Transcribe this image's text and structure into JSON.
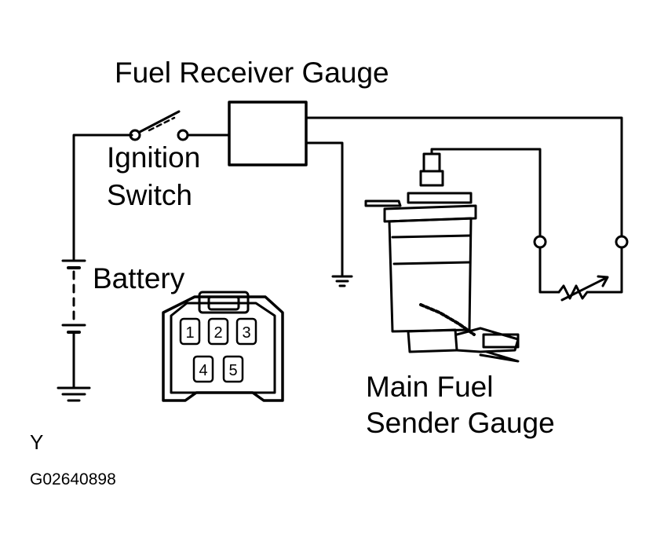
{
  "labels": {
    "fuel_receiver_gauge": "Fuel Receiver Gauge",
    "ignition_line1": "Ignition",
    "ignition_line2": "Switch",
    "battery": "Battery",
    "sender_line1": "Main Fuel",
    "sender_line2": "Sender Gauge",
    "corner_letter": "Y",
    "figure_code": "G02640898"
  },
  "connector_pins": [
    "1",
    "2",
    "3",
    "4",
    "5"
  ]
}
